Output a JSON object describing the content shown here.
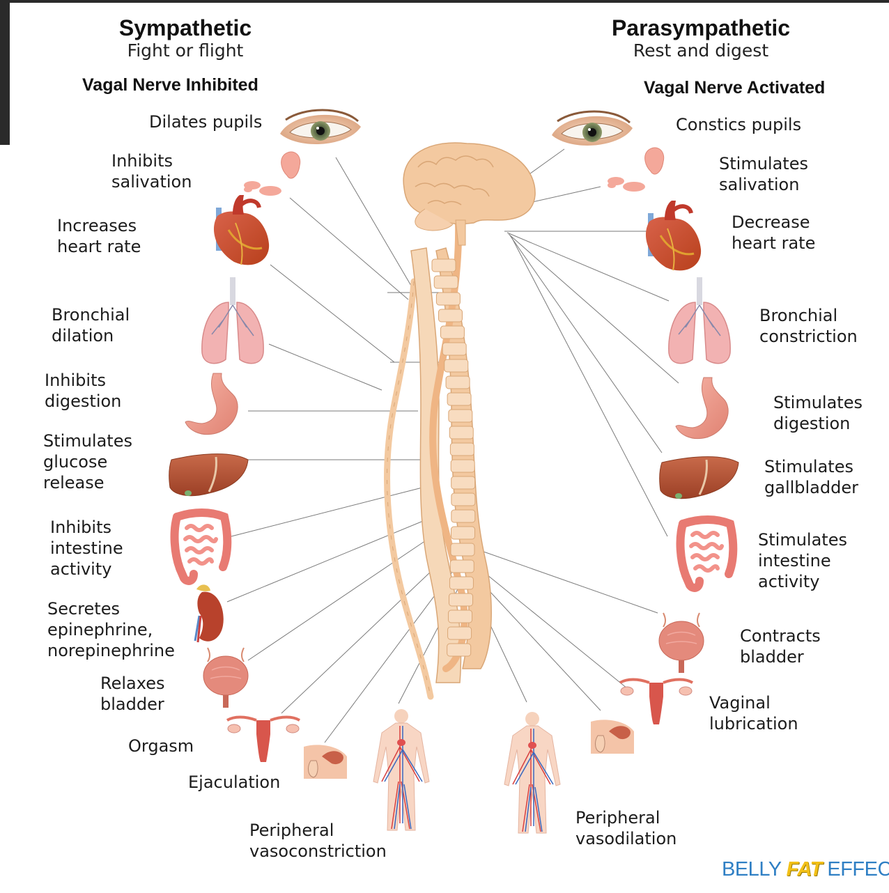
{
  "sympathetic": {
    "title": "Sympathetic",
    "subtitle": "Fight or flight",
    "vagal": "Vagal Nerve Inhibited",
    "labels": [
      "Dilates pupils",
      "Inhibits\nsalivation",
      "Increases\nheart rate",
      "Bronchial\ndilation",
      "Inhibits\ndigestion",
      "Stimulates\nglucose\nrelease",
      "Inhibits\nintestine\nactivity",
      "Secretes\nepinephrine,\nnorepinephrine",
      "Relaxes\nbladder",
      "Orgasm",
      "Ejaculation",
      "Peripheral\nvasoconstriction"
    ]
  },
  "parasympathetic": {
    "title": "Parasympathetic",
    "subtitle": "Rest and digest",
    "vagal": "Vagal Nerve Activated",
    "labels": [
      "Constics pupils",
      "Stimulates\nsalivation",
      "Decrease\nheart rate",
      "Bronchial\nconstriction",
      "Stimulates\ndigestion",
      "Stimulates\ngallbladder",
      "Stimulates\nintestine\nactivity",
      "Contracts\nbladder",
      "Vaginal\nlubrication",
      "Peripheral\nvasodilation"
    ]
  },
  "brand": {
    "part1": "BELLY ",
    "part2": "FAT",
    "part3": " EFFECT"
  },
  "colors": {
    "spine": "#f3c9a0",
    "spine_outline": "#d9a676",
    "organ_pink": "#f0a0a0",
    "organ_red": "#c8503c",
    "liver": "#b85a3c",
    "nerve_line": "#7a7a7a",
    "brand_blue": "#2f7fc4",
    "brand_yellow": "#f2c018"
  }
}
